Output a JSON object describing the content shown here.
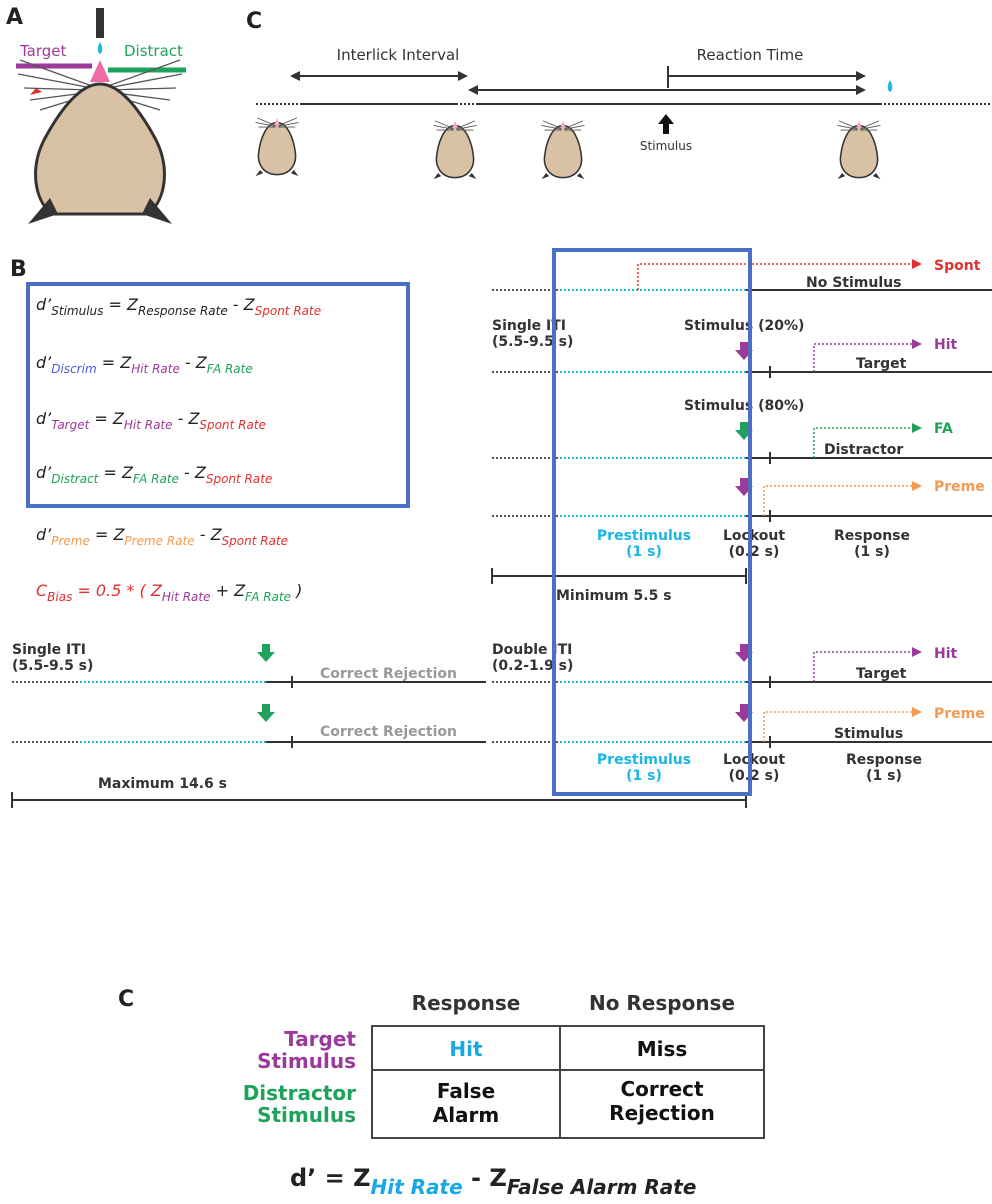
{
  "colors": {
    "target": "#9b3a9b",
    "distract": "#1fa35a",
    "spont": "#e03030",
    "preme": "#f39a50",
    "cyan": "#1ab7e6",
    "blue_box": "#4a6fc4",
    "discrim": "#4a5be0",
    "hit_blue": "#1aa7e6",
    "mouse_body": "#d8c1a4"
  },
  "panel_a": {
    "letter": "A",
    "target_label": "Target",
    "distract_label": "Distract"
  },
  "panel_c_top": {
    "letter": "C",
    "interlick_label": "Interlick Interval",
    "reaction_label": "Reaction Time",
    "stimulus_label": "Stimulus"
  },
  "panel_b": {
    "letter": "B",
    "equations": [
      {
        "lhs": "d’",
        "lhs_sub": "Stimulus",
        "z1": "Response Rate",
        "z2": "Spont Rate"
      },
      {
        "lhs": "d’",
        "lhs_sub": "Discrim",
        "z1": "Hit Rate",
        "z2": "FA Rate"
      },
      {
        "lhs": "d’",
        "lhs_sub": "Target",
        "z1": "Hit Rate",
        "z2": "Spont Rate"
      },
      {
        "lhs": "d’",
        "lhs_sub": "Distract",
        "z1": "FA Rate",
        "z2": "Spont Rate"
      },
      {
        "lhs": "d’",
        "lhs_sub": "Preme",
        "z1": "Preme Rate",
        "z2": "Spont Rate"
      }
    ],
    "bias": {
      "lhs": "C",
      "lhs_sub": "Bias",
      "mid": "= 0.5 * (",
      "z1": "Hit Rate",
      "z2": "FA Rate",
      "end": ")"
    },
    "spont": "Spont",
    "no_stimulus": "No Stimulus",
    "single_iti": "Single ITI",
    "single_iti_range": "(5.5-9.5 s)",
    "stimulus_20": "Stimulus (20%)",
    "hit": "Hit",
    "target": "Target",
    "stimulus_80": "Stimulus (80%)",
    "fa": "FA",
    "distractor": "Distractor",
    "preme": "Preme",
    "prestimulus": "Prestimulus",
    "prestimulus_dur": "(1 s)",
    "lockout": "Lockout",
    "lockout_dur": "(0.2 s)",
    "response": "Response",
    "response_dur": "(1 s)",
    "minimum": "Minimum 5.5 s",
    "single_iti_lower": "Single ITI",
    "single_iti_lower_range": "(5.5-9.5 s)",
    "correct_rejection": "Correct Rejection",
    "double_iti": "Double ITI",
    "double_iti_range": "(0.2-1.9 s)",
    "stimulus": "Stimulus",
    "maximum": "Maximum 14.6 s"
  },
  "panel_c_table": {
    "letter": "C",
    "col_response": "Response",
    "col_no_response": "No Response",
    "row_target_1": "Target",
    "row_target_2": "Stimulus",
    "row_distractor_1": "Distractor",
    "row_distractor_2": "Stimulus",
    "cell_hit": "Hit",
    "cell_miss": "Miss",
    "cell_false_1": "False",
    "cell_false_2": "Alarm",
    "cell_correct_1": "Correct",
    "cell_correct_2": "Rejection",
    "formula_lhs": "d’ = Z",
    "formula_sub1": "Hit Rate",
    "formula_minus": " - Z",
    "formula_sub2": "False Alarm Rate"
  }
}
